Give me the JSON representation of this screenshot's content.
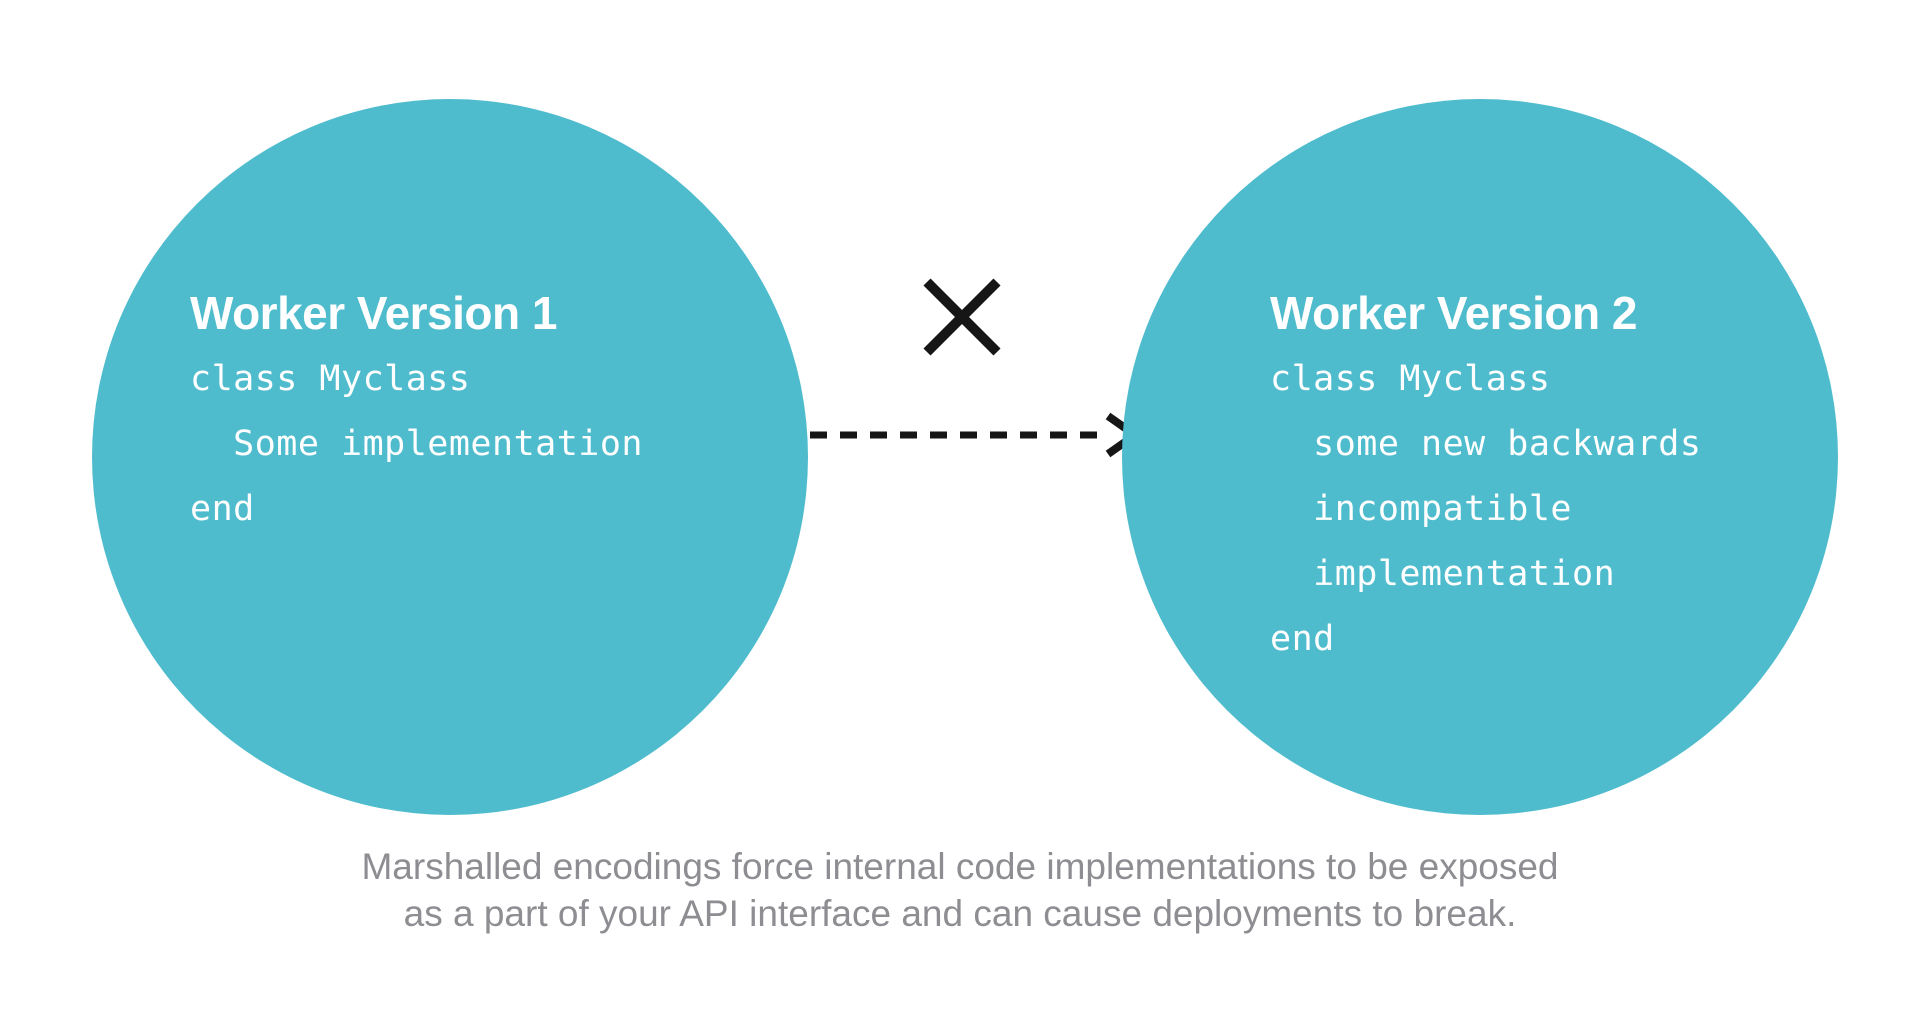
{
  "colors": {
    "circle_fill": "#4EBCCD",
    "circle_text": "#FFFFFF",
    "ink": "#161616",
    "caption_text": "#8D8D92",
    "background": "#FFFFFF"
  },
  "left_circle": {
    "title": "Worker Version 1",
    "code_lines": [
      "class Myclass",
      "  Some implementation",
      "end"
    ]
  },
  "right_circle": {
    "title": "Worker Version 2",
    "code_lines": [
      "class Myclass",
      "  some new backwards",
      "  incompatible",
      "  implementation",
      "end"
    ]
  },
  "connector": {
    "style": "dashed-arrow-right",
    "blocked_marker": "x-mark"
  },
  "caption": {
    "line1": "Marshalled encodings force internal code implementations to be exposed",
    "line2": "as a part of your API interface and can cause deployments to break."
  }
}
